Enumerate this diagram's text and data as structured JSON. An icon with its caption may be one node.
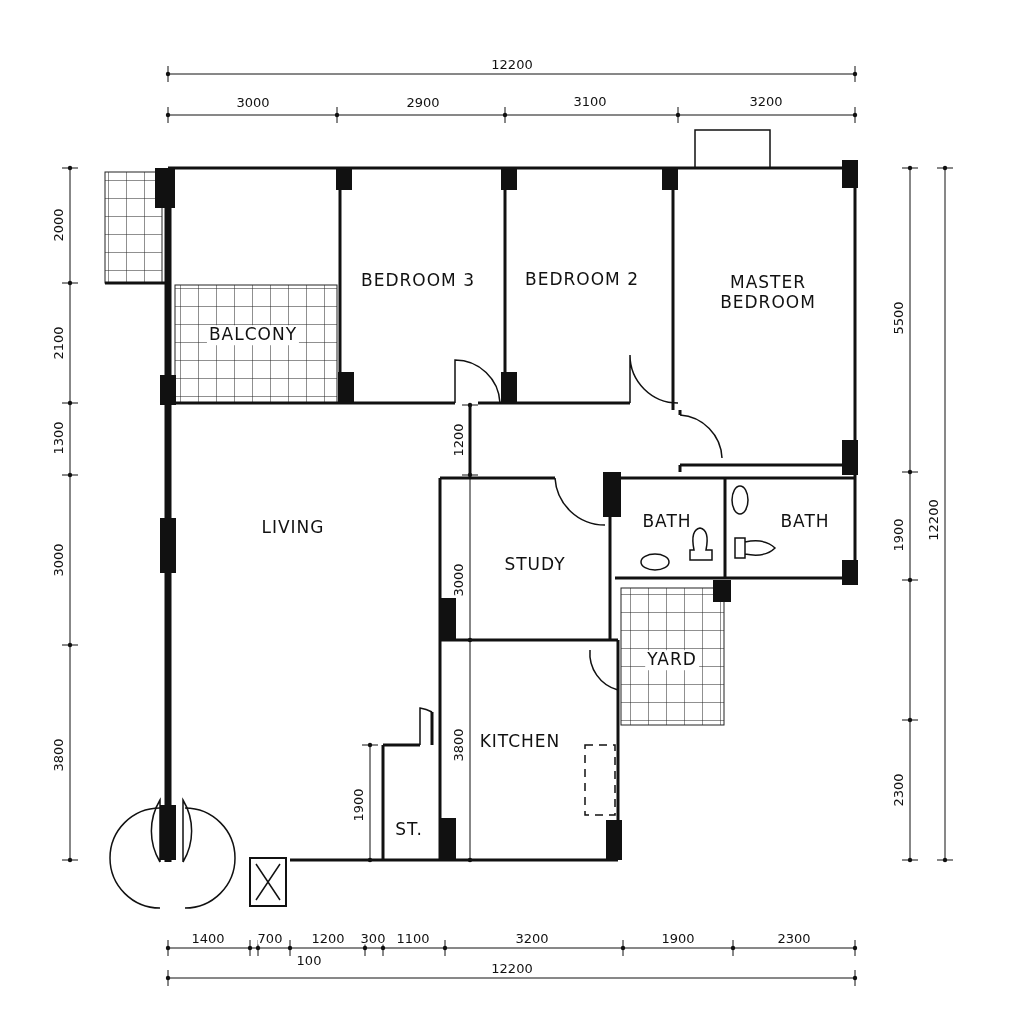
{
  "diagram": {
    "nodes": [
      {
        "text": [
          "BEDROOM 3"
        ]
      },
      {
        "text": [
          "BEDROOM 2"
        ]
      },
      {
        "text": [
          "MASTER BEDROOM"
        ]
      },
      {
        "text": [
          "BALCONY"
        ]
      },
      {
        "text": [
          "LIVING"
        ]
      },
      {
        "text": [
          "BATH"
        ]
      },
      {
        "text": [
          "BATH"
        ]
      },
      {
        "text": [
          "STUDY"
        ]
      },
      {
        "text": [
          "YARD"
        ]
      },
      {
        "text": [
          "KITCHEN"
        ]
      },
      {
        "text": [
          "ST."
        ]
      }
    ],
    "labels": [
      "12200",
      "3000",
      "2900",
      "3100",
      "3200",
      "2000",
      "2100",
      "1300",
      "3000",
      "3800",
      "1200",
      "3000",
      "3800",
      "1900",
      "5500",
      "1900",
      "2300",
      "12200",
      "1400",
      "700",
      "1200",
      "300",
      "1100",
      "3200",
      "1900",
      "2300",
      "100",
      "12200"
    ]
  }
}
